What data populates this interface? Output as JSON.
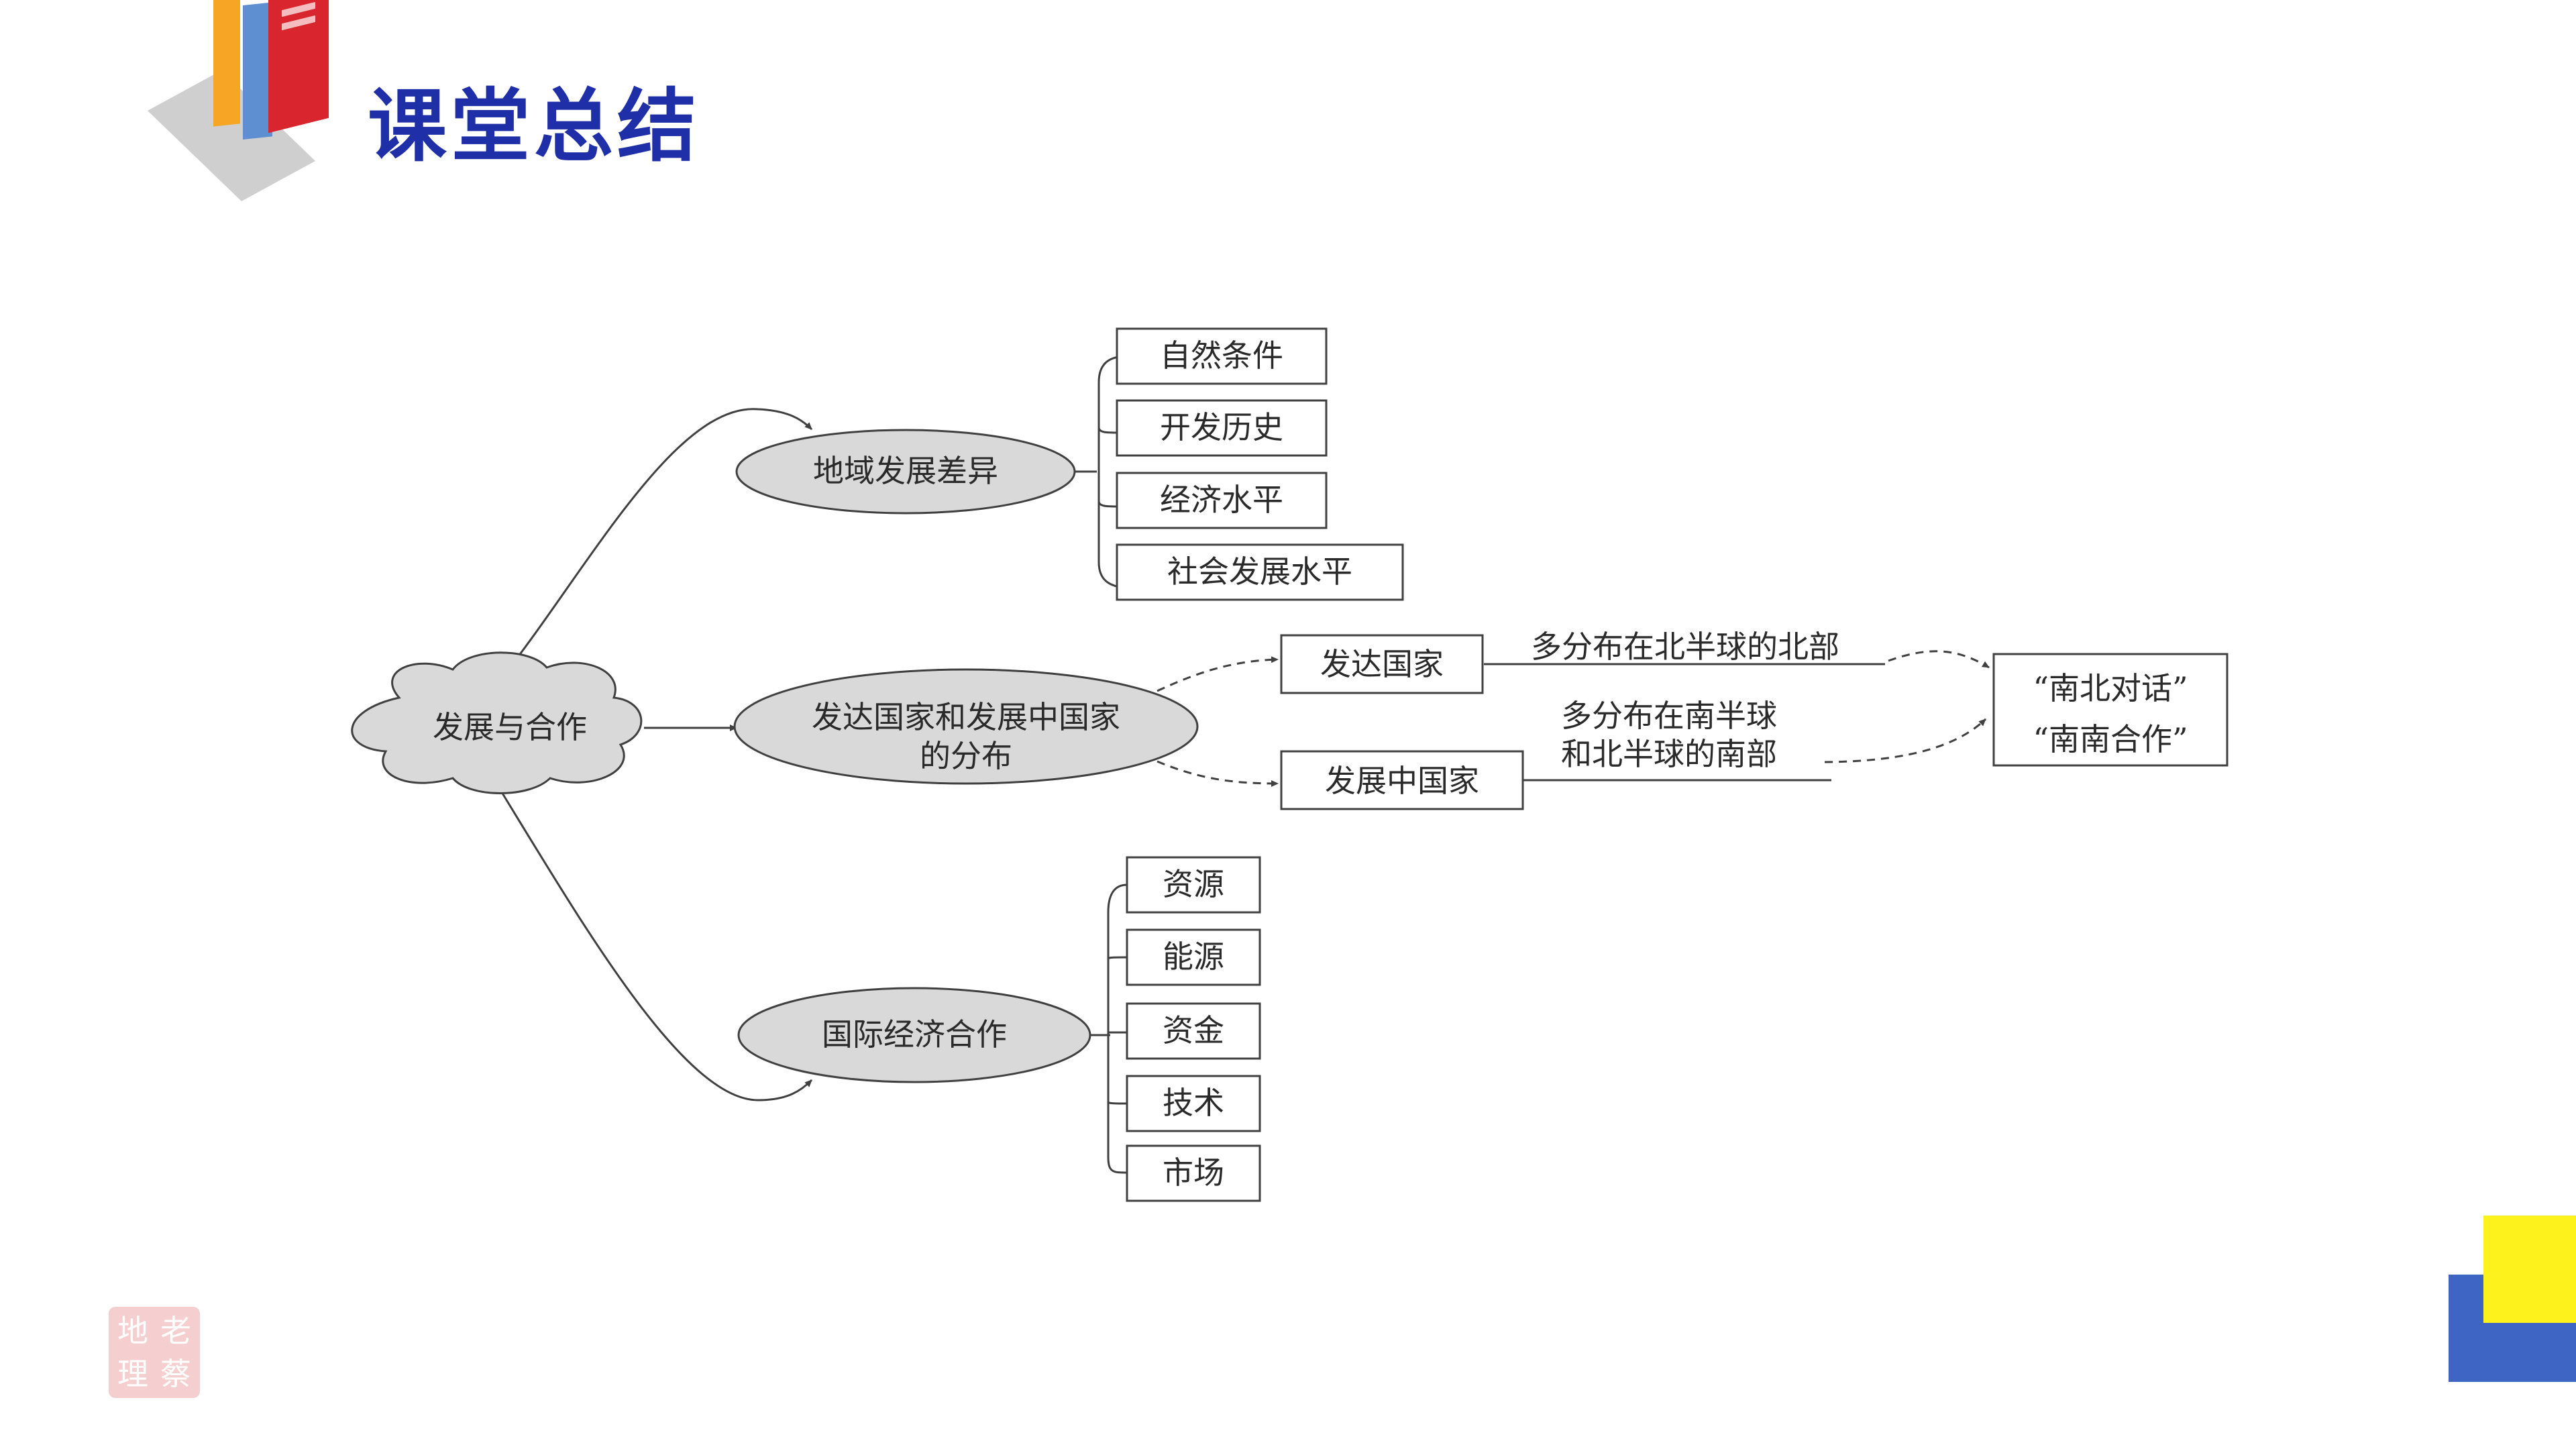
{
  "header": {
    "title": "课堂总结",
    "icon": "books-icon"
  },
  "mindmap": {
    "root": "发展与合作",
    "branch1": {
      "label": "地域发展差异",
      "items": [
        "自然条件",
        "开发历史",
        "经济水平",
        "社会发展水平"
      ]
    },
    "branch2": {
      "label_line1": "发达国家和发展中国家",
      "label_line2": "的分布",
      "developed": "发达国家",
      "developed_note": "多分布在北半球的北部",
      "developing": "发展中国家",
      "developing_note_line1": "多分布在南半球",
      "developing_note_line2": "和北半球的南部",
      "dialogue_line1": "“南北对话”",
      "dialogue_line2": "“南南合作”"
    },
    "branch3": {
      "label": "国际经济合作",
      "items": [
        "资源",
        "能源",
        "资金",
        "技术",
        "市场"
      ]
    }
  },
  "seal": {
    "chars": [
      "老",
      "地",
      "蔡",
      "理"
    ],
    "color": "#f4c7c7"
  },
  "colors": {
    "title": "#1f2fa8",
    "node_fill": "#d9d9d9",
    "stroke": "#404040",
    "accent_blue": "#3f65c4",
    "accent_yellow": "#fdf21c"
  }
}
